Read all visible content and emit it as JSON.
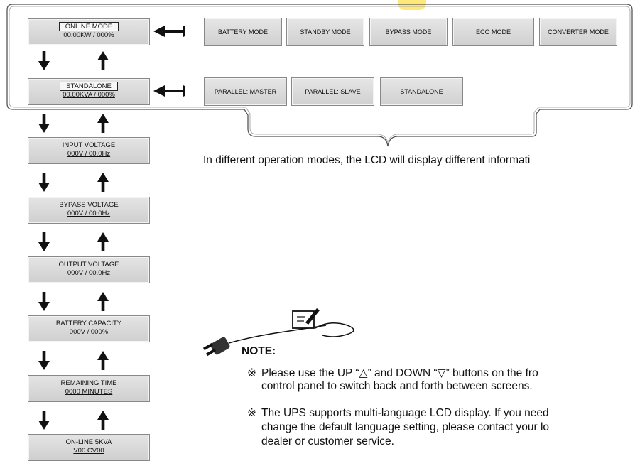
{
  "lcd_screens": [
    {
      "line1": "ONLINE MODE",
      "line2": "00.00KW / 000%"
    },
    {
      "line1": "STANDALONE",
      "line2": "00.00KVA / 000%"
    },
    {
      "line1": "INPUT VOLTAGE",
      "line2": "000V / 00.0Hz"
    },
    {
      "line1": "BYPASS VOLTAGE",
      "line2": "000V / 00.0Hz"
    },
    {
      "line1": "OUTPUT VOLTAGE",
      "line2": "000V / 00.0Hz"
    },
    {
      "line1": "BATTERY CAPACITY",
      "line2": "000V / 000%"
    },
    {
      "line1": "REMAINING TIME",
      "line2": "0000 MINUTES"
    },
    {
      "line1": "ON-LINE 5KVA",
      "line2": "V00 CV00"
    }
  ],
  "operation_modes": [
    "BATTERY MODE",
    "STANDBY MODE",
    "BYPASS MODE",
    "ECO MODE",
    "CONVERTER MODE"
  ],
  "parallel_modes": [
    "PARALLEL: MASTER",
    "PARALLEL: SLAVE",
    "STANDALONE"
  ],
  "caption": "In different operation modes, the LCD will display different informati",
  "note": {
    "title": "NOTE:",
    "bullet_mark": "※",
    "bullets": [
      {
        "line1": "Please use the UP “△” and DOWN “▽” buttons on the fro",
        "line2": "control panel to switch back and forth between screens."
      },
      {
        "line1": "The UPS supports multi-language LCD display. If you need",
        "line2": "change the default language setting, please contact your lo",
        "line3": "dealer or customer service."
      }
    ]
  }
}
